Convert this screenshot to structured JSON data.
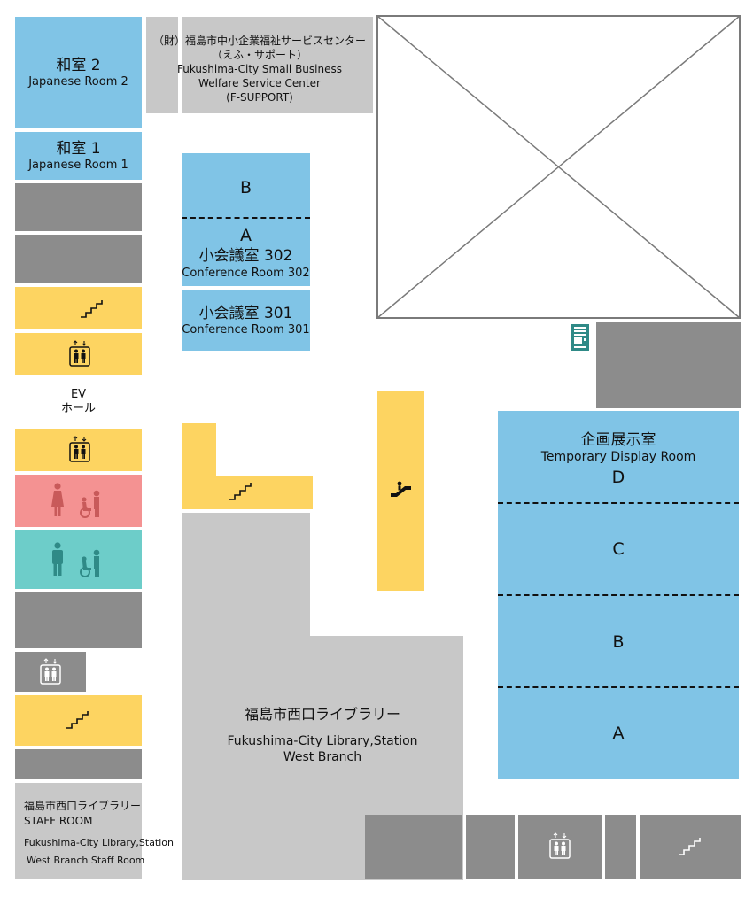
{
  "rooms": {
    "japanese_room_2": {
      "jp": "和室 2",
      "en": "Japanese Room 2"
    },
    "japanese_room_1": {
      "jp": "和室 1",
      "en": "Japanese Room 1"
    },
    "f_support": {
      "line1": "（財）福島市中小企業福祉サービスセンター",
      "line2": "（えふ・サポート）",
      "line3": "Fukushima-City Small Business",
      "line4": "Welfare Service Center",
      "line5": "(F-SUPPORT)"
    },
    "conference_302": {
      "section_b": "B",
      "section_a": "A",
      "jp": "小会議室 302",
      "en": "Conference Room 302"
    },
    "conference_301": {
      "jp": "小会議室 301",
      "en": "Conference Room 301"
    },
    "ev_hall": {
      "line1": "EV",
      "line2": "ホール"
    },
    "temporary_display": {
      "jp": "企画展示室",
      "en": "Temporary Display Room",
      "sections": [
        "D",
        "C",
        "B",
        "A"
      ]
    },
    "library": {
      "jp": "福島市西口ライブラリー",
      "en_line1": "Fukushima-City Library,Station",
      "en_line2": "West Branch"
    },
    "staff_room": {
      "jp": "福島市西口ライブラリー",
      "en_title": "STAFF ROOM",
      "en_line1": "Fukushima-City Library,Station",
      "en_line2": "West Branch Staff Room"
    }
  },
  "icons": {
    "stairs": "stairs-icon",
    "elevator": "elevator-icon",
    "womens_restroom": "womens-restroom-icon",
    "mens_restroom": "mens-restroom-icon",
    "accessible": "wheelchair-icon",
    "escalator": "escalator-icon",
    "vending_machine": "vending-machine-icon"
  },
  "colors": {
    "room_blue": "#80c4e6",
    "service_gray": "#8c8c8c",
    "library_gray": "#c8c8c8",
    "circulation_yellow": "#fdd461",
    "womens_pink": "#f49292",
    "mens_teal": "#6dcdc9",
    "vending_teal": "#2f8a87"
  }
}
